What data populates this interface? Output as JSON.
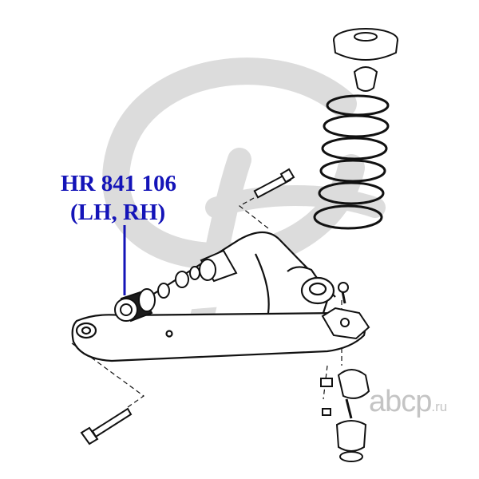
{
  "part": {
    "number": "HR 841 106",
    "sides": "(LH, RH)"
  },
  "watermark": {
    "brand": "abcp",
    "tld": ".ru"
  },
  "colors": {
    "label": "#1414b8",
    "line": "#111111",
    "watermark": "#c8c8c8"
  }
}
